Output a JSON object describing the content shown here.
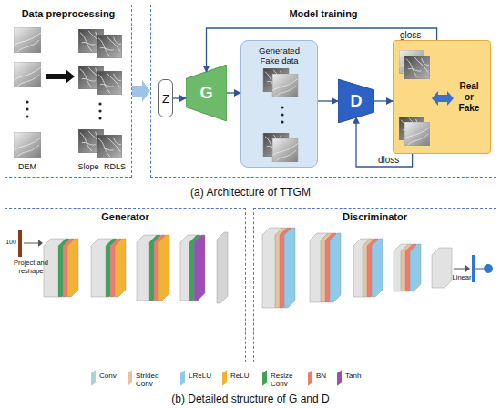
{
  "diagram": {
    "nodes": [
      {
        "text": [
          "Data preprocessing"
        ]
      },
      {
        "text": [
          "Model training"
        ]
      },
      {
        "text": [
          "Z"
        ],
        "in": 1
      },
      {
        "text": [
          "G"
        ],
        "in": 1
      },
      {
        "text": [
          "Generated Fake data"
        ],
        "in": 1
      },
      {
        "text": [
          "D"
        ],
        "in": 1
      },
      {
        "text": [
          "Real or Fake"
        ],
        "in": 1
      },
      {
        "text": [
          "Generator"
        ]
      },
      {
        "text": [
          "Discriminator"
        ]
      }
    ],
    "edges": [
      {
        "from": 0,
        "to": 1,
        "arrow": "to"
      },
      {
        "from": 2,
        "to": 3,
        "arrow": "to"
      },
      {
        "from": 3,
        "to": 4,
        "arrow": "to"
      },
      {
        "from": 4,
        "to": 5,
        "arrow": "to"
      },
      {
        "from": 5,
        "to": 6,
        "arrow": "to"
      },
      {
        "from": 6,
        "to": 3,
        "label": "gloss",
        "arrow": "to"
      },
      {
        "from": 6,
        "to": 5,
        "label": "dloss",
        "arrow": "to"
      }
    ],
    "labels": [
      "DEM",
      "Slope",
      "RDLS",
      "(a) Architecture of TTGM",
      "100",
      "Project and reshape",
      "Linear",
      "(b) Detailed structure of G and D"
    ],
    "legend": [
      {
        "text": "Conv",
        "color": "#a8d5d1"
      },
      {
        "text": "Strided Conv",
        "color": "#e6c39b"
      },
      {
        "text": "LReLU",
        "color": "#8fcbe8"
      },
      {
        "text": "ReLU",
        "color": "#f2b233"
      },
      {
        "text": "Resize Conv",
        "color": "#3da35a"
      },
      {
        "text": "BN",
        "color": "#ee7b6e"
      },
      {
        "text": "Tanh",
        "color": "#9b4fb5"
      }
    ]
  }
}
